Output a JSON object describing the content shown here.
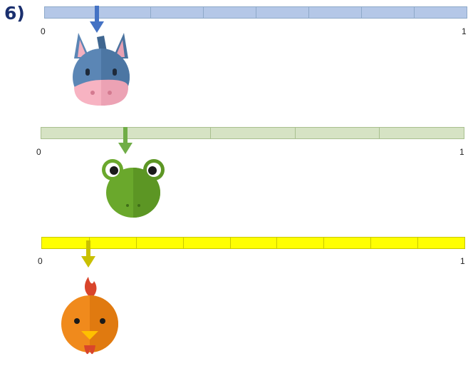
{
  "question": {
    "label": "6)"
  },
  "lines": [
    {
      "name": "donkey",
      "divisions": 8,
      "marked_fraction": 0.125,
      "start_label": "0",
      "end_label": "1",
      "bar_color": "#b4c7e7",
      "border_color": "#8ea9c9",
      "arrow_color": "#4472c4"
    },
    {
      "name": "frog",
      "divisions": 5,
      "marked_fraction": 0.2,
      "start_label": "0",
      "end_label": "1",
      "bar_color": "#d6e3c4",
      "border_color": "#a9c08f",
      "arrow_color": "#70ad47"
    },
    {
      "name": "chicken",
      "divisions": 9,
      "marked_fraction": 0.111,
      "start_label": "0",
      "end_label": "1",
      "bar_color": "#ffff00",
      "border_color": "#c8c800",
      "arrow_color": "#c9c000"
    }
  ],
  "animals": {
    "donkey": "donkey-icon",
    "frog": "frog-icon",
    "chicken": "chicken-icon"
  }
}
